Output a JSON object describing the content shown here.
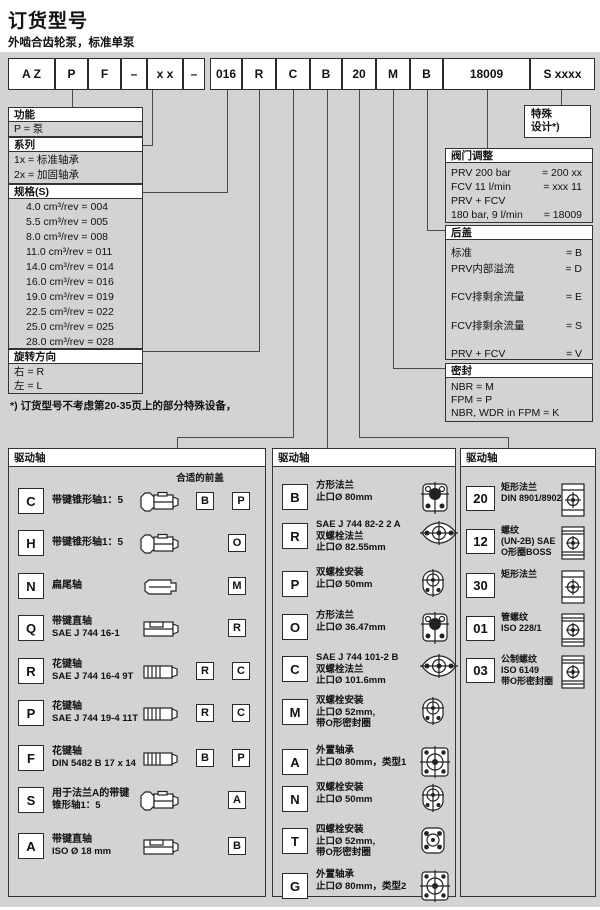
{
  "page": {
    "title": "订货型号",
    "subtitle": "外啮合齿轮泵，标准单泵",
    "footnote": "*) 订货型号不考虑第20-35页上的部分特殊设备，"
  },
  "colors": {
    "document_background": "#d3d3d3",
    "box_background": "#ffffff",
    "border": "#333333",
    "text": "#111111"
  },
  "code_row": {
    "group1": [
      "A Z",
      "P",
      "F",
      "–",
      "x x",
      "–"
    ],
    "group2": [
      "016",
      "R",
      "C",
      "B",
      "20",
      "M",
      "B",
      "18009",
      "S xxxx"
    ]
  },
  "left_panels": [
    {
      "header": "功能",
      "lines": [
        "P = 泵"
      ]
    },
    {
      "header": "系列",
      "lines": [
        "1x = 标准轴承",
        "2x = 加固轴承"
      ]
    },
    {
      "header": "规格(S)",
      "lines": [
        "4.0 cm³/rev = 004",
        "5.5 cm³/rev = 005",
        "8.0 cm³/rev = 008",
        "11.0 cm³/rev = 011",
        "14.0 cm³/rev = 014",
        "16.0 cm³/rev = 016",
        "19.0 cm³/rev = 019",
        "22.5 cm³/rev = 022",
        "25.0 cm³/rev = 025",
        "28.0 cm³/rev = 028"
      ]
    },
    {
      "header": "旋转方向",
      "lines": [
        "右 = R",
        "左 = L"
      ]
    }
  ],
  "special_design": {
    "line1": "特殊",
    "line2": "设计*)"
  },
  "valve_panel": {
    "header": "阀门调整",
    "rows": [
      [
        "PRV 200 bar",
        "= 200 xx"
      ],
      [
        "FCV 11 l/min",
        "= xxx 11"
      ],
      [
        "PRV + FCV",
        ""
      ],
      [
        "180 bar, 9 l/min",
        "= 18009"
      ]
    ]
  },
  "cover_panel": {
    "header": "后盖",
    "rows": [
      [
        "标准",
        "= B"
      ],
      [
        "PRV内部溢流",
        "= D"
      ],
      [
        "FCV排剩余流量",
        "= E"
      ],
      [
        "FCV排剩余流量",
        "= S"
      ],
      [
        "PRV + FCV",
        "= V"
      ]
    ]
  },
  "seal_panel": {
    "header": "密封",
    "lines": [
      "NBR = M",
      "FPM = P",
      "NBR, WDR in FPM  = K"
    ]
  },
  "shaft_table": {
    "header": "驱动轴",
    "cover_note": "合适的前盖",
    "rows": [
      {
        "code": "C",
        "lines": [
          "带键锥形轴1：5",
          ""
        ],
        "icon": "tapered-keyed-shaft-icon",
        "covers": [
          "B",
          "P"
        ]
      },
      {
        "code": "H",
        "lines": [
          "带键锥形轴1：5",
          ""
        ],
        "icon": "tapered-keyed-shaft-icon",
        "covers": [
          "O"
        ]
      },
      {
        "code": "N",
        "lines": [
          "扁尾轴",
          ""
        ],
        "icon": "flat-tail-shaft-icon",
        "covers": [
          "M"
        ]
      },
      {
        "code": "Q",
        "lines": [
          "带键直轴",
          "SAE J 744 16-1"
        ],
        "icon": "straight-keyed-shaft-icon",
        "covers": [
          "R"
        ]
      },
      {
        "code": "R",
        "lines": [
          "花键轴",
          "SAE J 744 16-4 9T"
        ],
        "icon": "splined-shaft-icon",
        "covers": [
          "R",
          "C"
        ]
      },
      {
        "code": "P",
        "lines": [
          "花键轴",
          "SAE J 744 19-4 11T"
        ],
        "icon": "splined-shaft-icon",
        "covers": [
          "R",
          "C"
        ]
      },
      {
        "code": "F",
        "lines": [
          "花键轴",
          "DIN 5482 B 17 x 14"
        ],
        "icon": "splined-shaft-icon",
        "covers": [
          "B",
          "P"
        ]
      },
      {
        "code": "S",
        "lines": [
          "用于法兰A的带键",
          "锥形轴1：5"
        ],
        "icon": "tapered-keyed-shaft-icon",
        "covers": [
          "A"
        ]
      },
      {
        "code": "A",
        "lines": [
          "带键直轴",
          "ISO Ø 18 mm"
        ],
        "icon": "straight-keyed-shaft-icon",
        "covers": [
          "B"
        ]
      }
    ]
  },
  "flange_table": {
    "header": "驱动轴",
    "rows": [
      {
        "code": "B",
        "lines": [
          "方形法兰",
          "止口Ø 80mm"
        ],
        "icon": "square-flange-icon"
      },
      {
        "code": "R",
        "lines": [
          "SAE J 744 82-2 2 A",
          "双螺栓法兰",
          "止口Ø 82.55mm"
        ],
        "icon": "two-bolt-flange-icon"
      },
      {
        "code": "P",
        "lines": [
          "双螺栓安装",
          "止口Ø 50mm"
        ],
        "icon": "round-mount-icon"
      },
      {
        "code": "O",
        "lines": [
          "方形法兰",
          "止口Ø 36.47mm"
        ],
        "icon": "square-flange-icon"
      },
      {
        "code": "C",
        "lines": [
          "SAE J 744 101-2 B",
          "双螺栓法兰",
          "止口Ø 101.6mm"
        ],
        "icon": "two-bolt-flange-icon"
      },
      {
        "code": "M",
        "lines": [
          "双螺栓安装",
          "止口Ø 52mm,",
          "带O形密封圈"
        ],
        "icon": "round-mount-icon"
      },
      {
        "code": "A",
        "lines": [
          "外置轴承",
          "止口Ø 80mm，类型1"
        ],
        "icon": "external-bearing-flange-icon"
      },
      {
        "code": "N",
        "lines": [
          "双螺栓安装",
          "止口Ø 50mm"
        ],
        "icon": "round-mount-icon"
      },
      {
        "code": "T",
        "lines": [
          "四螺栓安装",
          "止口Ø 52mm,",
          "带O形密封圈"
        ],
        "icon": "four-bolt-mount-icon"
      },
      {
        "code": "G",
        "lines": [
          "外置轴承",
          "止口Ø 80mm，类型2"
        ],
        "icon": "external-bearing-flange-icon"
      }
    ]
  },
  "port_table": {
    "header": "驱动轴",
    "rows": [
      {
        "code": "20",
        "lines": [
          "矩形法兰",
          "DIN 8901/8902"
        ],
        "icon": "flange-port-icon"
      },
      {
        "code": "12",
        "lines": [
          "螺纹",
          "(UN-2B) SAE",
          "O形圈BOSS"
        ],
        "icon": "threaded-port-icon"
      },
      {
        "code": "30",
        "lines": [
          "矩形法兰"
        ],
        "icon": "flange-port-icon"
      },
      {
        "code": "01",
        "lines": [
          "管螺纹",
          "ISO 228/1"
        ],
        "icon": "threaded-port-icon"
      },
      {
        "code": "03",
        "lines": [
          "公制螺纹",
          "ISO 6149",
          "带O形密封圈"
        ],
        "icon": "threaded-port-icon"
      }
    ]
  }
}
